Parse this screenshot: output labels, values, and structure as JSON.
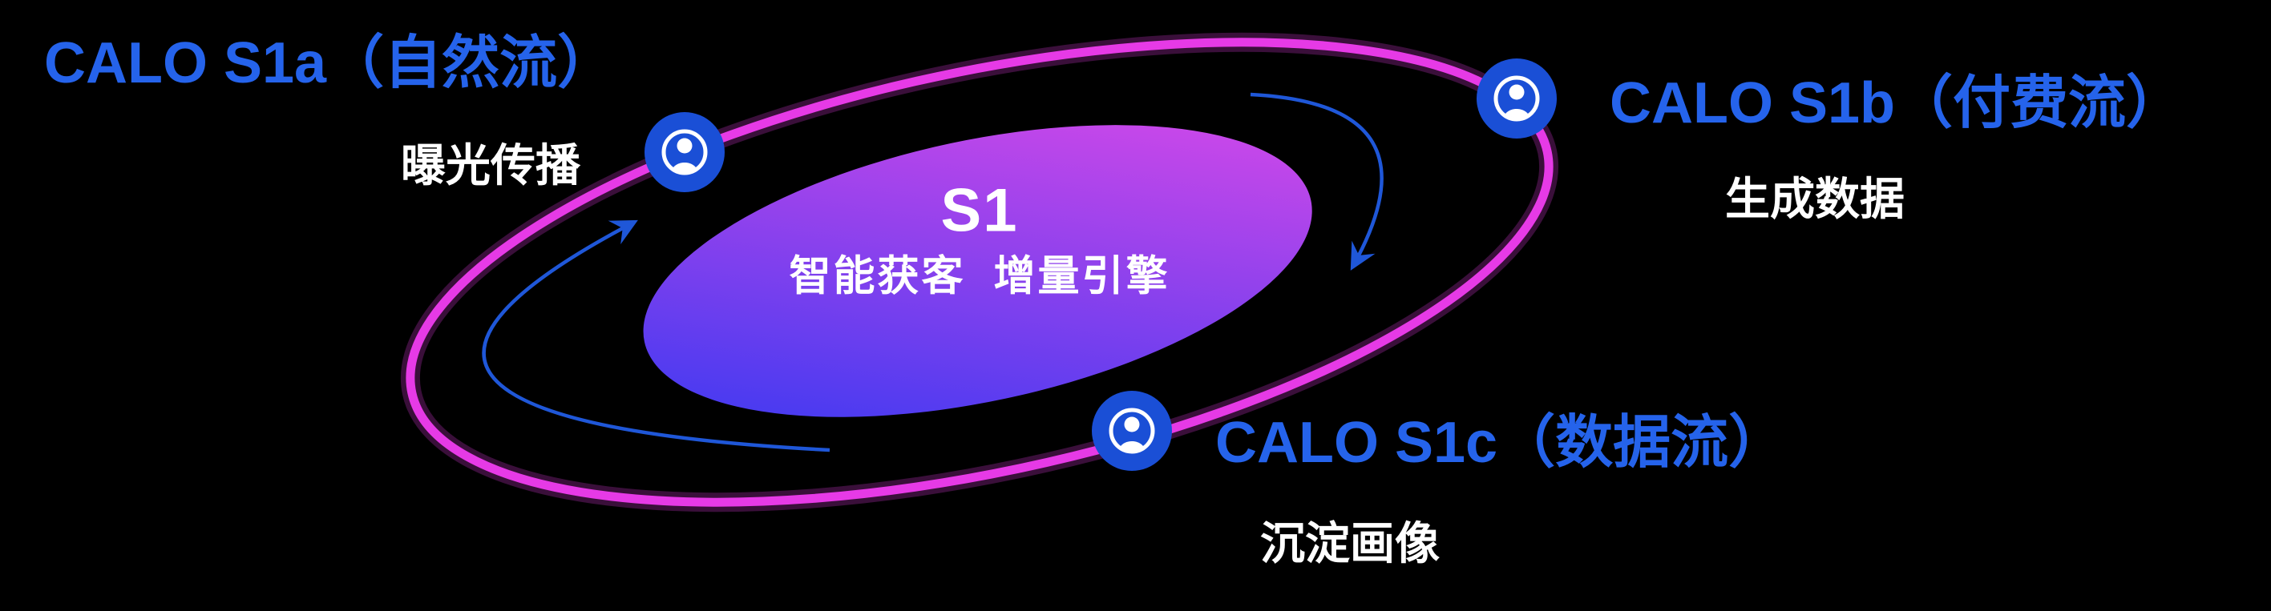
{
  "diagram": {
    "core": {
      "title": "S1",
      "subtitle": "智能获客  增量引擎"
    },
    "nodes": [
      {
        "id": "calo-s1a",
        "label": "CALO S1a（自然流）",
        "caption": "曝光传播",
        "icon": "user-circle-icon"
      },
      {
        "id": "calo-s1b",
        "label": "CALO S1b（付费流）",
        "caption": "生成数据",
        "icon": "user-circle-icon"
      },
      {
        "id": "calo-s1c",
        "label": "CALO S1c（数据流）",
        "caption": "沉淀画像",
        "icon": "user-circle-icon"
      }
    ],
    "colors": {
      "background": "#000000",
      "orbit_ring": "#e63ae6",
      "core_gradient_start": "#3138f2",
      "core_gradient_end": "#e04ae8",
      "node_label": "#2563eb",
      "caption_text": "#ffffff",
      "icon_fill": "#1a4fd6",
      "arrow": "#1f57d8"
    }
  }
}
